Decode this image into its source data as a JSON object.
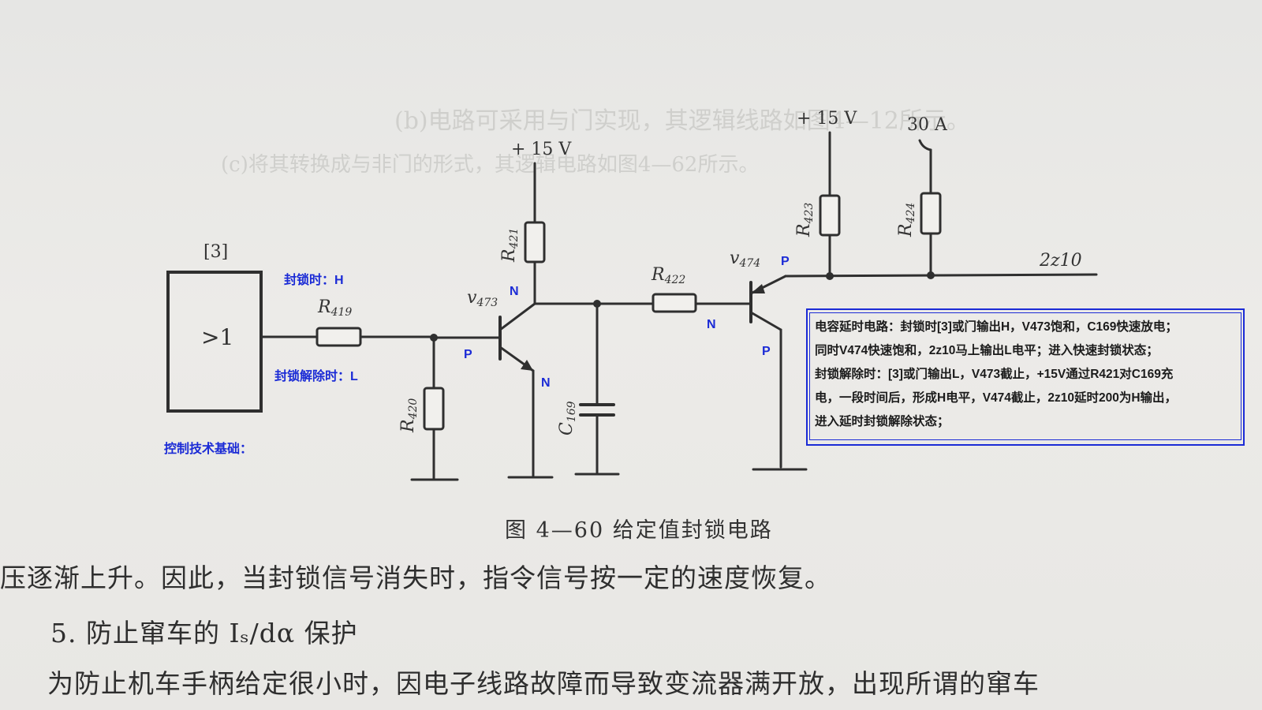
{
  "components": {
    "gate_ref": "[3]",
    "gate_symbol": ">1",
    "r419_main": "R",
    "r419_sub": "419",
    "r420_main": "R",
    "r420_sub": "420",
    "r421_main": "R",
    "r421_sub": "421",
    "r422_main": "R",
    "r422_sub": "422",
    "r423_main": "R",
    "r423_sub": "423",
    "r424_main": "R",
    "r424_sub": "424",
    "c169_main": "C",
    "c169_sub": "169",
    "v473_main": "v",
    "v473_sub": "473",
    "v474_main": "v",
    "v474_sub": "474",
    "vcc1": "+ 15 V",
    "vcc2": "+ 15 V",
    "current_30a": "30 A",
    "output_2z10": "2z10"
  },
  "annotations": {
    "lock_h": "封锁时：H",
    "unlock_l": "封锁解除时：L",
    "control_basis": "控制技术基础：",
    "v473_n_top": "N",
    "v473_p_base": "P",
    "v473_n_emitter": "N",
    "v474_p_top": "P",
    "v474_n_base": "N",
    "v474_p_emitter": "P"
  },
  "note_box": {
    "lines": [
      "电容延时电路：封锁时[3]或门输出H，V473饱和，C169快速放电；",
      "同时V474快速饱和，2z10马上输出L电平；进入快速封锁状态；",
      "封锁解除时：[3]或门输出L，V473截止，+15V通过R421对C169充",
      "电，一段时间后，形成H电平，V474截止，2z10延时200为H输出，",
      "进入延时封锁解除状态；"
    ]
  },
  "figure_caption": "图 4—60   给定值封锁电路",
  "body_text": {
    "line1": "压逐渐上升。因此，当封锁信号消失时，指令信号按一定的速度恢复。",
    "line2": "5. 防止窜车的 Iₛ/dα 保护",
    "line3": "为防止机车手柄给定很小时，因电子线路故障而导致变流器满开放，出现所谓的窜车"
  },
  "bleed_through": {
    "line_a": "(b)电路可采用与门实现，其逻辑线路如图4—12所示。",
    "line_b": "(c)将其转换成与非门的形式，其逻辑电路如图4—62所示。"
  }
}
